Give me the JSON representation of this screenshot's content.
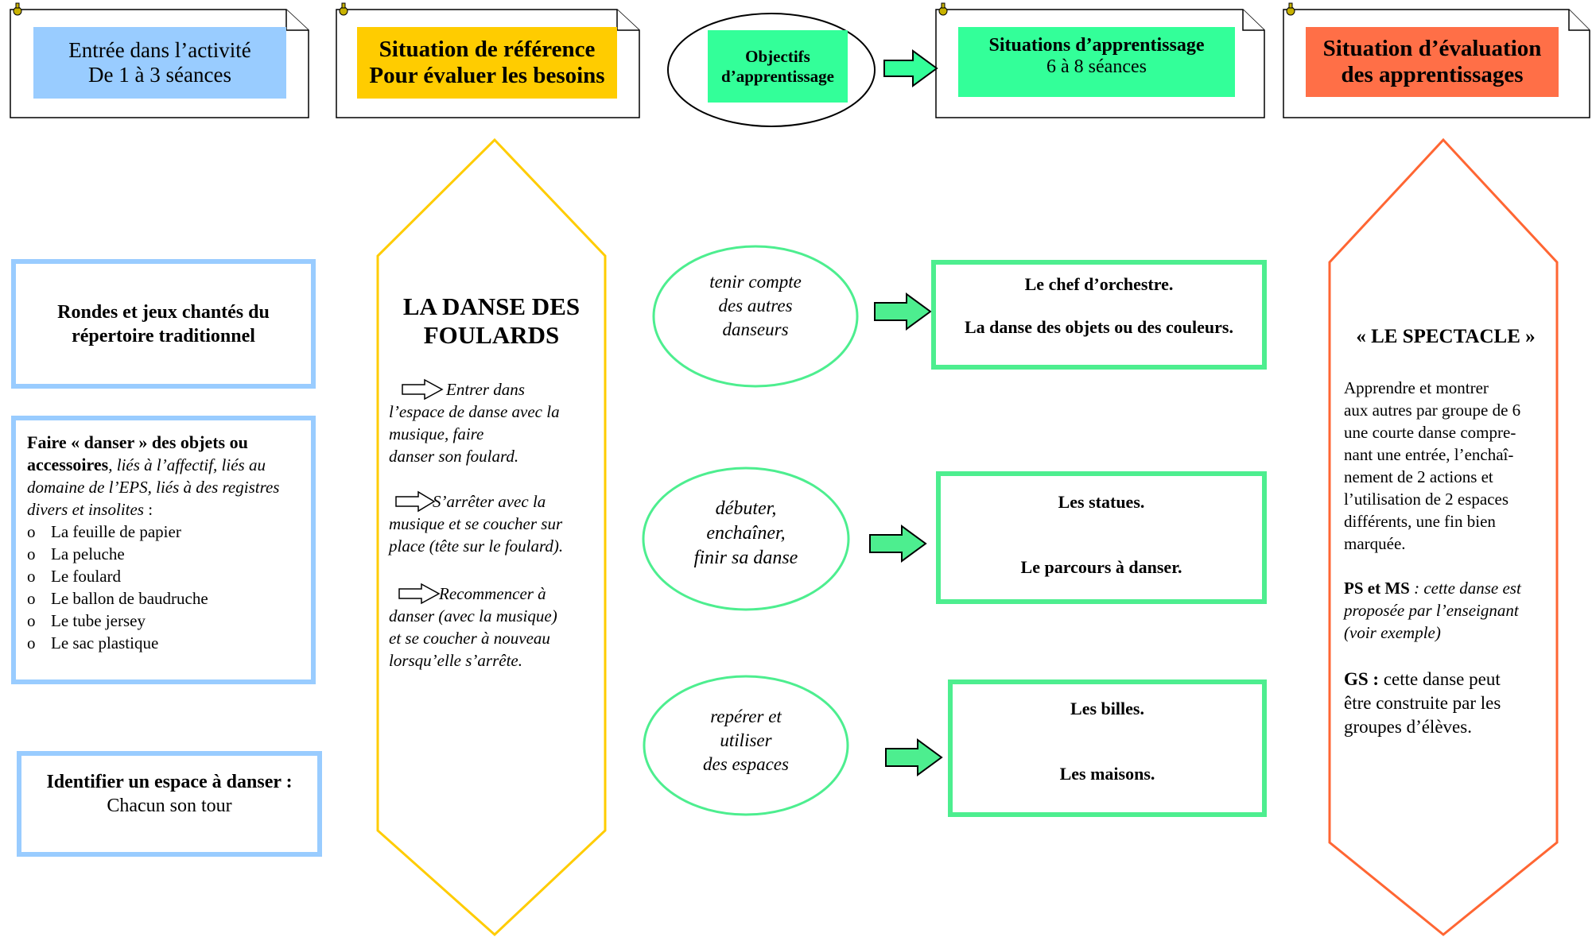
{
  "colors": {
    "blue": "#99ccff",
    "yellow": "#ffcc00",
    "green": "#4dee8f",
    "orange": "#ff6633",
    "header_blue": "#99ccff",
    "header_yellow": "#ffcc00",
    "header_green": "#33ff99",
    "header_orange": "#ff6f47"
  },
  "headers": {
    "entree": {
      "line1": "Entrée dans l’activité",
      "line2": "De 1 à 3 séances"
    },
    "reference": {
      "line1": "Situation de référence",
      "line2": "Pour évaluer les besoins"
    },
    "objectifs": {
      "line1": "Objectifs",
      "line2": "d’apprentissage"
    },
    "apprentissage": {
      "line1": "Situations d’apprentissage",
      "line2": "6 à 8 séances"
    },
    "evaluation": {
      "line1": "Situation d’évaluation",
      "line2": "des apprentissages"
    }
  },
  "left": {
    "rondes": "Rondes et jeux chantés du répertoire traditionnel",
    "objets": {
      "bold": "Faire « danser » des objets ou accessoires",
      "italic": ", liés à l’affectif, liés au domaine de l’EPS, liés à des registres divers et insolites",
      "colon": " :",
      "items": [
        "La feuille de papier",
        "La peluche",
        "Le foulard",
        "Le ballon de baudruche",
        "Le tube jersey",
        "Le sac plastique"
      ],
      "bullet": "o"
    },
    "espace": {
      "bold": "Identifier un espace à danser :",
      "normal": "Chacun son tour"
    }
  },
  "reference_hex": {
    "title_line1": "LA DANSE DES",
    "title_line2": "FOULARDS",
    "steps": [
      [
        "Entrer dans",
        "l’espace de danse avec la",
        "musique, faire",
        "danser son foulard."
      ],
      [
        "S’arrêter avec la",
        "musique et se coucher sur",
        "place (tête sur le foulard)."
      ],
      [
        "Recommencer à",
        "danser (avec la musique)",
        "et se coucher à nouveau",
        "lorsqu’elle s’arrête."
      ]
    ]
  },
  "objectives": [
    {
      "lines": [
        "tenir compte",
        "des autres",
        "danseurs"
      ],
      "situations": [
        "Le chef d’orchestre.",
        "La danse des objets ou des couleurs."
      ]
    },
    {
      "lines": [
        "débuter,",
        "enchaîner,",
        "finir sa danse"
      ],
      "situations": [
        "Les statues.",
        "Le parcours à danser."
      ]
    },
    {
      "lines": [
        "repérer et",
        "utiliser",
        "des espaces"
      ],
      "situations": [
        "Les billes.",
        "Les maisons."
      ]
    }
  ],
  "evaluation_hex": {
    "title": "« LE SPECTACLE »",
    "para1": [
      "Apprendre et montrer",
      "aux autres par groupe de 6",
      "une courte danse compre-",
      "nant une entrée, l’enchaî-",
      "nement de 2 actions et",
      "l’utilisation de 2 espaces",
      "différents, une fin bien",
      "marquée."
    ],
    "ps_bold": "PS et MS",
    "ps_italic_lines": [
      " : cette danse est",
      "proposée par l’enseignant",
      "(voir exemple)"
    ],
    "gs_bold": "GS :",
    "gs_lines": [
      "  cette danse peut",
      "être construite par les",
      "groupes d’élèves."
    ]
  }
}
